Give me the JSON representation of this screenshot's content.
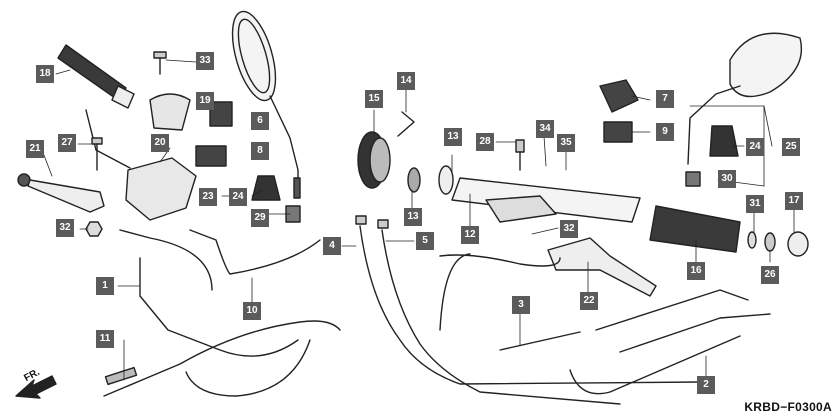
{
  "diagram": {
    "code": "KRBD−F0300A",
    "direction_label": "FR.",
    "part_labels": [
      "1",
      "2",
      "3",
      "4",
      "5",
      "6",
      "7",
      "8",
      "9",
      "10",
      "11",
      "12",
      "13",
      "13",
      "14",
      "15",
      "16",
      "17",
      "18",
      "19",
      "20",
      "21",
      "22",
      "23",
      "24",
      "24",
      "25",
      "26",
      "27",
      "28",
      "29",
      "30",
      "31",
      "32",
      "32",
      "33",
      "34",
      "35"
    ]
  }
}
